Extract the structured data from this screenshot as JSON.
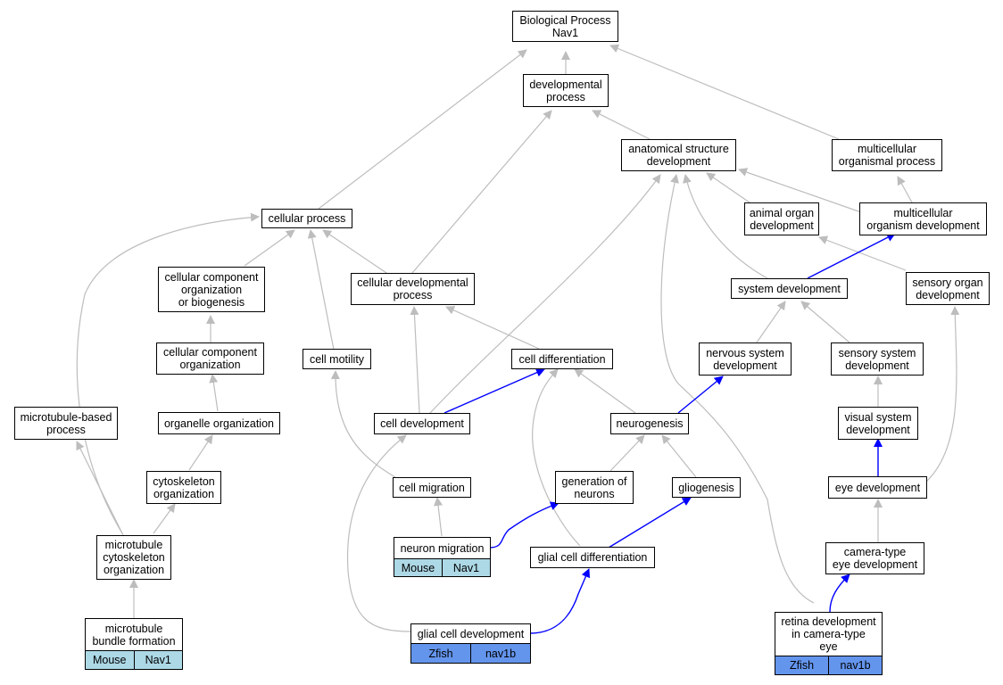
{
  "colors": {
    "edge_default": "#bdbdbd",
    "edge_highlight": "#0000ff",
    "mouse_fill": "#add8e6",
    "zfish_fill": "#6495ed"
  },
  "nodes": {
    "bp": "Biological Process\nNav1",
    "dev": "developmental\nprocess",
    "asd": "anatomical structure\ndevelopment",
    "mop": "multicellular\norganismal process",
    "cp": "cellular process",
    "aod": "animal organ\ndevelopment",
    "mod": "multicellular\norganism development",
    "ccob": "cellular component\norganization\nor biogenesis",
    "cdp": "cellular developmental\nprocess",
    "sd": "system development",
    "sod": "sensory organ\ndevelopment",
    "cco": "cellular component\norganization",
    "cm": "cell motility",
    "cdiff": "cell differentiation",
    "nsd": "nervous system\ndevelopment",
    "ssd": "sensory system\ndevelopment",
    "mbp": "microtubule-based\nprocess",
    "oo": "organelle organization",
    "cdev": "cell development",
    "ng": "neurogenesis",
    "vsd": "visual system\ndevelopment",
    "co": "cytoskeleton\norganization",
    "cmig": "cell migration",
    "gon": "generation of\nneurons",
    "glio": "gliogenesis",
    "eye": "eye development",
    "mco": "microtubule\ncytoskeleton\norganization",
    "nm": "neuron migration",
    "gcd": "glial cell differentiation",
    "cted": "camera-type\neye development",
    "mbf": "microtubule\nbundle formation",
    "gcdev": "glial cell development",
    "rd": "retina development\nin camera-type\neye"
  },
  "genes": {
    "nm": {
      "species": "Mouse",
      "gene": "Nav1"
    },
    "mbf": {
      "species": "Mouse",
      "gene": "Nav1"
    },
    "gcdev": {
      "species": "Zfish",
      "gene": "nav1b"
    },
    "rd": {
      "species": "Zfish",
      "gene": "nav1b"
    }
  }
}
